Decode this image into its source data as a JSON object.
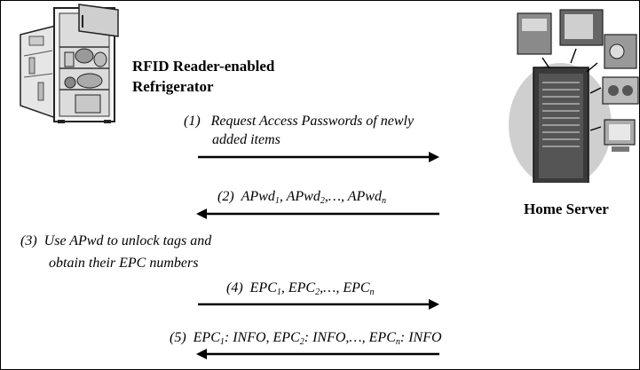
{
  "entities": {
    "fridge_label_line1": "RFID Reader-enabled",
    "fridge_label_line2": "Refrigerator",
    "server_label": "Home Server"
  },
  "steps": [
    {
      "num": "(1)",
      "text_line1": "Request Access Passwords of newly",
      "text_line2": "added items",
      "direction": "right"
    },
    {
      "num": "(2)",
      "parts": [
        {
          "base": "APwd",
          "sub": "1",
          "sep": ", "
        },
        {
          "base": "APwd",
          "sub": "2",
          "sep": ",…, "
        },
        {
          "base": "APwd",
          "sub": "n",
          "sep": ""
        }
      ],
      "direction": "left"
    },
    {
      "num": "(3)",
      "text_line1": "Use APwd to unlock tags and",
      "text_line2": "obtain their EPC numbers",
      "direction": "none"
    },
    {
      "num": "(4)",
      "parts": [
        {
          "base": "EPC",
          "sub": "1",
          "sep": ", "
        },
        {
          "base": "EPC",
          "sub": "2",
          "sep": ",…, "
        },
        {
          "base": "EPC",
          "sub": "n",
          "sep": ""
        }
      ],
      "direction": "right"
    },
    {
      "num": "(5)",
      "parts": [
        {
          "base": "EPC",
          "sub": "1",
          "sep": ": INFO, "
        },
        {
          "base": "EPC",
          "sub": "2",
          "sep": ": INFO,…, "
        },
        {
          "base": "EPC",
          "sub": "n",
          "sep": ": INFO"
        }
      ],
      "direction": "left"
    }
  ]
}
